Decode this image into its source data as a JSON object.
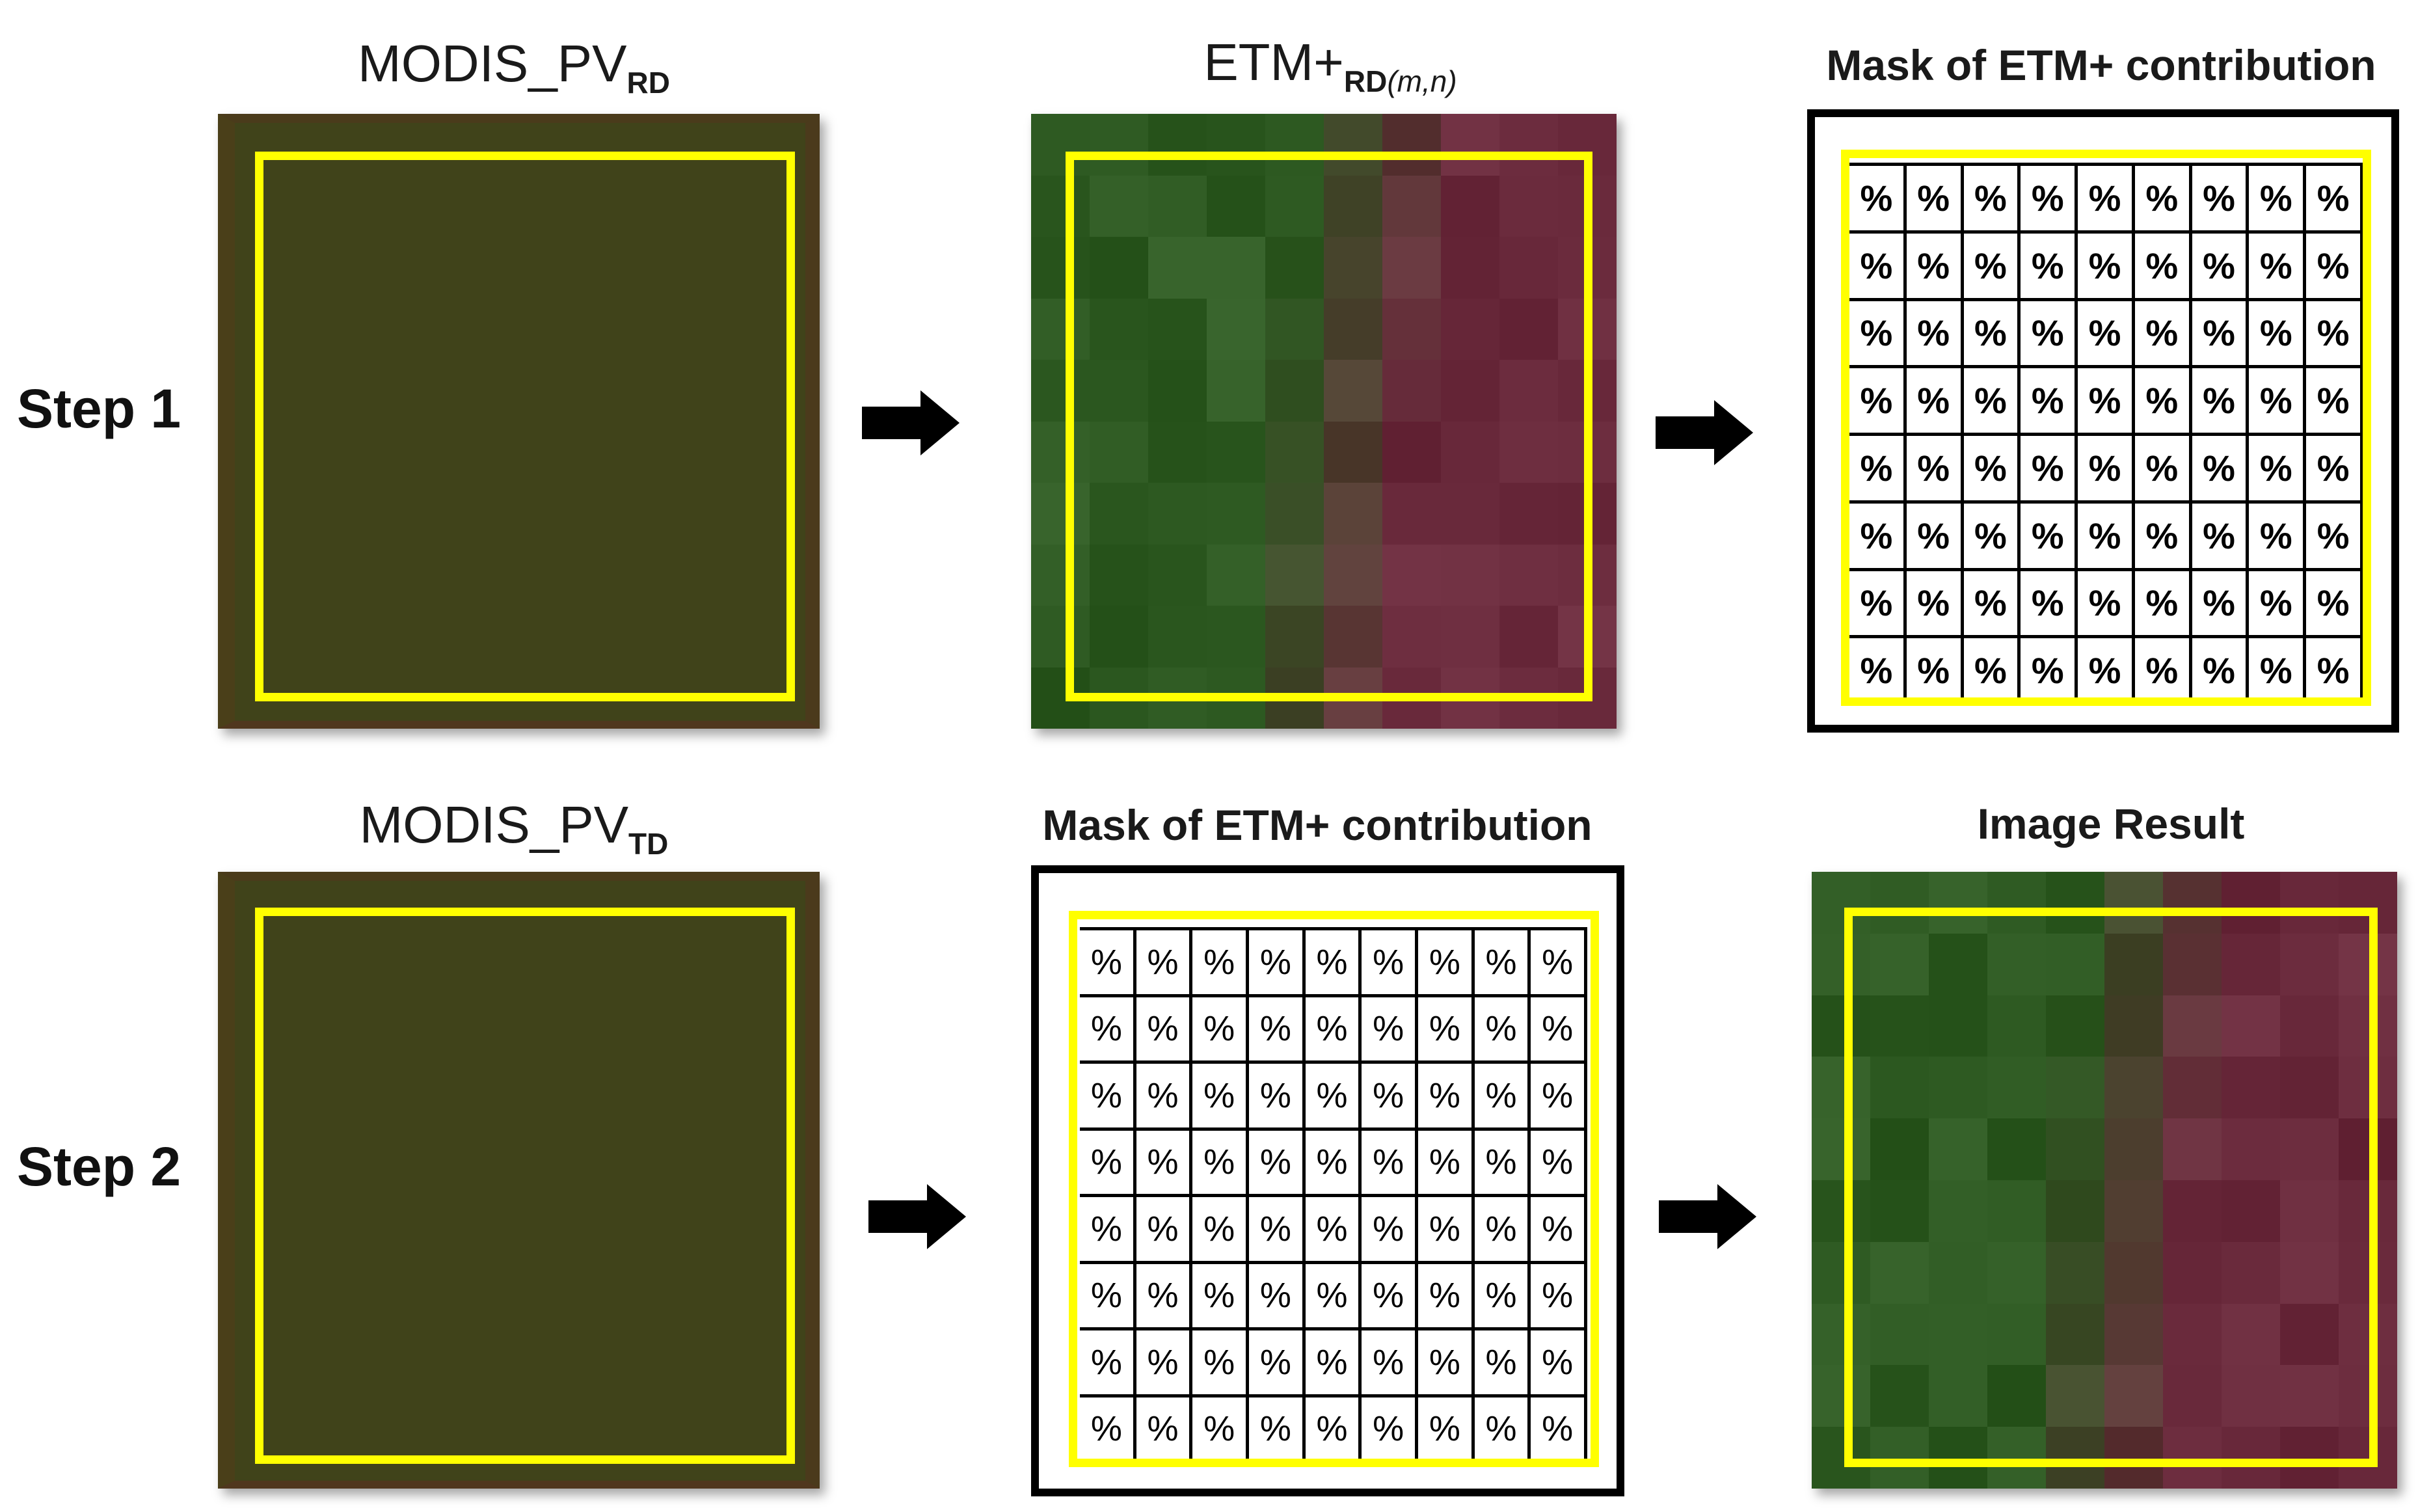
{
  "rows": [
    {
      "step_label": "Step 1",
      "panel1": {
        "title_main": "MODIS_PV",
        "title_sub": "RD"
      },
      "panel2": {
        "title_main": "ETM+",
        "title_sub": "RD",
        "title_sub_italic": "(m,n)"
      },
      "panel3": {
        "title": "Mask of ETM+ contribution"
      }
    },
    {
      "step_label": "Step 2",
      "panel1": {
        "title_main": "MODIS_PV",
        "title_sub": "TD"
      },
      "panel2": {
        "title": "Mask of ETM+ contribution"
      },
      "panel3": {
        "title": "Image Result"
      }
    }
  ],
  "mask_cell_symbol": "%",
  "mask_rows": 8,
  "mask_cols": 9,
  "colors": {
    "highlight_box": "#ffff00",
    "modis_fill": "#40431a",
    "etm_green": "#2e5a22",
    "etm_magenta": "#6a2a3c",
    "background": "#ffffff",
    "arrow": "#000000"
  },
  "icons": {
    "step_arrow": "right-arrow-icon"
  }
}
